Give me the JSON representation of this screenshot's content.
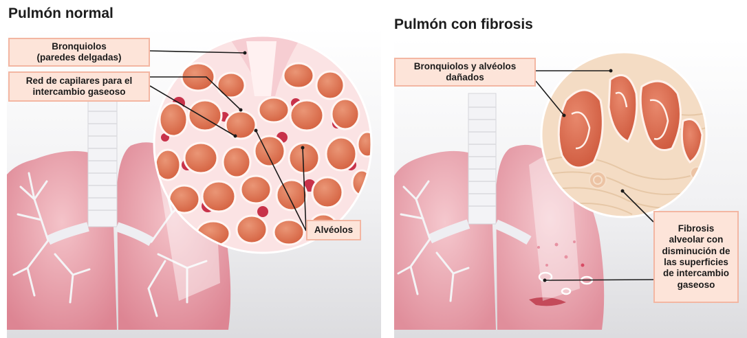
{
  "left_panel": {
    "title": "Pulmón normal",
    "labels": {
      "bronchioles": "Bronquiolos\n(paredes delgadas)",
      "capillaries": "Red de capilares para el\nintercambio gaseoso",
      "alveoli": "Alvéolos"
    }
  },
  "right_panel": {
    "title": "Pulmón con fibrosis",
    "labels": {
      "damaged": "Bronquiolos y alvéolos\ndañados",
      "fibrosis": "Fibrosis\nalveolar con\ndisminución de\nlas superficies\nde intercambio\ngaseoso"
    }
  },
  "colors": {
    "label_bg": "#fde4d9",
    "label_border": "#f3b6a2",
    "lung": "#e89aa5",
    "alveolus": "#e0765a"
  }
}
